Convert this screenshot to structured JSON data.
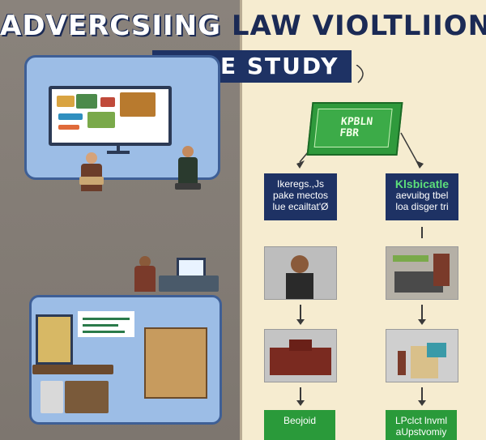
{
  "header": {
    "title_part1": "ADVERCSIING",
    "title_part2": "LAW",
    "title_part3": "VIOLTLIION",
    "subtitle": "CASE STUDY"
  },
  "document": {
    "text_line1": "KPBLN",
    "text_line2": "FBR"
  },
  "flow_left": {
    "card_lines": [
      "Ikeregs.,Js",
      "pake mectos",
      "lue ecailtat'Ø"
    ],
    "bottom_label_lines": [
      "Beojoid"
    ]
  },
  "flow_right": {
    "card_lines": [
      "Klsbicatle",
      "aevuibg tbel",
      "loa disger tri"
    ],
    "bottom_label_lines": [
      "LPclct lnvml",
      "aUpstvomiy"
    ]
  },
  "icons": {
    "document": "certificate-icon",
    "presenter": "person-icon"
  },
  "colors": {
    "navy": "#1e3264",
    "green": "#2a9a3a",
    "left_bg": "#8a837c",
    "right_bg": "#f6ecd0"
  }
}
